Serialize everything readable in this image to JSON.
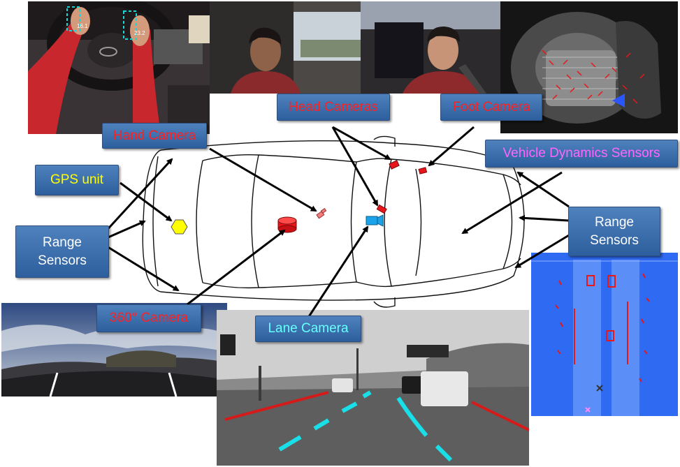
{
  "labels": {
    "hand_camera": "Hand Camera",
    "head_cameras": "Head Cameras",
    "foot_camera": "Foot Camera",
    "vehicle_dynamics_sensors": "Vehicle Dynamics Sensors",
    "gps_unit": "GPS unit",
    "range_sensors_left": "Range\nSensors",
    "range_sensors_right": "Range\nSensors",
    "camera_360": "360° Camera",
    "lane_camera": "Lane Camera"
  },
  "photo_text": {
    "hand_box_left": "16.1",
    "hand_box_right": "23.2"
  },
  "colors": {
    "label_fill": "#3f6fb0",
    "red_text": "#ff2020",
    "white_text": "#ffffff",
    "yellow_text": "#ffff00",
    "violet_text": "#ff66ff",
    "cyan_text": "#66ffff",
    "sensor_red": "#e8161b",
    "gps_yellow": "#ffff00",
    "lane_camera_blue": "#1aa3e8"
  },
  "icons": [
    "head-camera-icon",
    "foot-camera-icon",
    "hand-camera-icon",
    "gps-icon",
    "camera-360-icon",
    "lane-camera-icon"
  ]
}
